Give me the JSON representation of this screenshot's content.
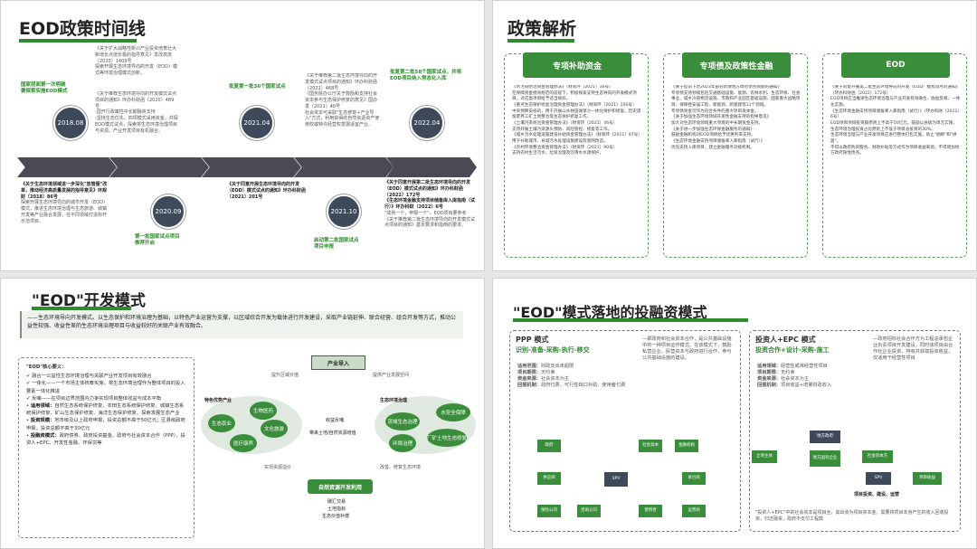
{
  "panel1": {
    "title": "EOD政策时间线",
    "years": [
      "2018.08",
      "2020.09",
      "2021.04",
      "2021.10",
      "2022.04"
    ],
    "top_items": [
      {
        "head": "国家层面第一次明确\n要探索实施EOD模式",
        "body": ""
      },
      {
        "head": "",
        "body": "《关于扩大战略性新兴产业投资培育壮大新增长点增长极的指导意见》发改高技〔2020〕1409号\n探索开展生态环境导向的开发（EOD）模式等环境治理模式创新。"
      },
      {
        "head": "",
        "body": "《关于推荐生态环境导向的开发模式试点项目的通知》环办科财函〔2020〕489号\n-国开行政策性中长期融资支持\n-坚持生态优先，四项模式采用资金，并探EOD模式试点，探索将生态环境治理项目与资源、产业开发项目有机融合。"
      },
      {
        "head": "批复第一批36个国家试点",
        "body": ""
      },
      {
        "head": "",
        "body": "《关于推荐第二批生态环境导向的开发模式试点项目的通知》环办科财函〔2021〕468号\n《国务院办公厅关于鼓励和支持社会资本参与生态保护修复的意见》国办发〔2021〕40号\n社会资本可采取\"生态修复+产业导入\"方式，利用获得的自然资源资产使用权或特许经营权发展适宜产业。"
      },
      {
        "head": "批复第二批58个国家试点，并将EOD项目纳入常态化入库",
        "body": ""
      }
    ],
    "bottom_items": [
      {
        "head": "",
        "bold": "《关于生态环境领域进一步深化\"放管服\"改革，推动经济高质量发展的指导意见》环规财〔2018〕86号",
        "body": "探索开展生态环境导向的城市开发（EOD）模式，推进生态环境治理与生态旅游、城镇开发等产业融合发展，在不同领域打造标杆示范项目。"
      },
      {
        "head": "第一批国家试点项目\n推荐开启",
        "bold": "",
        "body": ""
      },
      {
        "head": "",
        "bold": "《关于同意开展生态环境导向的开发（EOD）模式试点的通知》环办科财函〔2021〕201号",
        "body": ""
      },
      {
        "head": "启动第二批国家试点\n项目申报",
        "bold": "",
        "body": ""
      },
      {
        "head": "",
        "bold": "《关于同意开展第二批生态环境导向的开发（EOD）模式试点的通知》环办科财函〔2022〕172号\n《生态环境金融支持项目储备库入库指南（试行）》环办科财〔2022〕6号",
        "body": "\"成熟一个，申报一个\"，EOD项目要参考《关于推荐第二批生态环境导向的开发模式试点项目的通知》基本要求和指南的要求。"
      }
    ]
  },
  "panel2": {
    "title": "政策解析",
    "columns": [
      {
        "head": "专项补助资金",
        "text": "《水污染防治资金管理办法》（财资环〔2021〕36号）\n在保障资金绩效规范的前提下，积极探索支持生态导向的开发模式项目，对这类项目给予适当倾斜。\n《重点生态保护修复治理资金管理办法》（财资环〔2021〕100号）\n中央预算安排的，用于开展山水林田湖草沙一体化保护和修复、历史遗留废弃工矿土地整治等生态保护修复工作。\n《土壤污染防治资金管理办法》（财资环〔2021〕46号）\n支持开展土壤污染源头预防、风险管控、修复等工作。\n《城乡污水处理设施建设补助资金管理办法》（财资环〔2021〕87号）\n用于补助城市、县城污水处理设施建设及管网改造。\n《农村环境整治资金管理办法》（财资环〔2021〕90号）\n支持农村生活污水、垃圾治理及饮用水水源保护。"
      },
      {
        "head": "专项债及政策性金融",
        "text": "《关于提前下达2023年部分新增地方政府债务限额的通知》\n专项债支持领域包括交通基础设施、能源、农林水利、生态环保、社会事业、城乡冷链物流设施、市政和产业园区基础设施、国家重大战略项目、保障性安居工程、新能源、新基建等11个领域。\n专项债资金可作为符合条件的重大项目资本金。\n《关于加强生态环境领域开发性金融支持的指导意见》\n加大对生态环境领域重大项目的中长期资金支持。\n《关于进一步加强生态环保金融服务的通知》\n鼓励金融机构对EOD项目给予优惠利率支持。\n《生态环境金融支持项目储备库入库指南（试行）》\n优先支持入库项目，建立金融服务对接机制。"
      },
      {
        "head": "EOD",
        "text": "《关于同意开展第二批生态环境导向的开发（EOD）模式试点的通知》（环办科财函〔2022〕172号）\nEOD项目应当推进生态环境治理与产业开发有效融合、收益反哺、一体化实施。\n《生态环境金融支持项目储备库入库指南（试行）》（环办科财〔2022〕6号）\nEOD项目项目投资额原则上不高于50亿元，鼓励以县级为单元实施，生态环境治理投资占比原则上不低于项目总投资的30%。\n生态环境治理与产业开发项目应进行整体打包实施，防止\"捆绑\"和\"拼盘\"。\n不得以政府购买服务、财政补贴等方式作为项目收益来源，不得增加地方政府隐性债务。"
      }
    ]
  },
  "panel3": {
    "title": "\"EOD\"开发模式",
    "intro": "——生态环境导向开发模式。以生态保护和环境治理为基础，以特色产业运营为支撑，以区域综合开发为载体进行开发建设，采取产业链延伸、联合经营、组合开发等方式，推动公益性较强、收益性差的生态环境治理项目与收益较好的关联产业有效融合。",
    "core": {
      "heading": "\"EOD\"核心要义：",
      "items": [
        "融合一公益性生态环境治理与关联产业开发项目有效融合",
        "一体化——一个市场主体统筹实施，将生态环境治理作为整体项目的投入要素一体化推进",
        "反哺——在项目边界范围内力争实现项目整体收益与成本平衡"
      ],
      "details": [
        {
          "k": "适用领域：",
          "v": "自然生态系统保护修复、农田生态系统保护修复、城镇生态系统保护修复、矿山生态保护修复、海洋生态保护修复、探索发展生态产业"
        },
        {
          "k": "投资规模：",
          "v": "地市级及以上政府申报，投资总额不高于50亿元；区县级政府申报，投资总额不高于30亿元"
        },
        {
          "k": "投融资模式：",
          "v": "政府债券、政府投资基金、政府与社会资本合作（PPP）、投资人+EPC、开发性金融、环保贷等"
        }
      ]
    },
    "diagram": {
      "industry_in": "产业导入",
      "left_label": "特色优势产业",
      "right_label": "生态环境治理",
      "left_nodes": [
        "生物医药",
        "生态农业",
        "文化旅游",
        "医疗康养"
      ],
      "right_nodes": [
        "水安全保障",
        "流域生态治理",
        "环境治理",
        "厂矿土地生态修复"
      ],
      "center_top": "收益反哺",
      "center_mid": "带来土地/自然资源增值",
      "bottom_box": "自然资源开发利用",
      "bottom_items": [
        "碳汇交易",
        "土地指标",
        "生态价值补偿"
      ],
      "arrow_top_left": "提升区域价值",
      "arrow_top_right": "提供产业发展空间",
      "arrow_bottom_left": "实现资源溢价",
      "arrow_bottom_right": "改善、修复生态环境"
    }
  },
  "panel4": {
    "title": "\"EOD\"模式落地的投融资模式",
    "ppp": {
      "head": "PPP 模式",
      "sub": "识别-准备-采购-执行-移交",
      "details": [
        {
          "k": "适用范围：",
          "v": "财政支出未超限"
        },
        {
          "k": "项目期限：",
          "v": "无约束"
        },
        {
          "k": "资金来源：",
          "v": "社会资本为主"
        },
        {
          "k": "回报机制：",
          "v": "政府付费、可行性缺口补助、使用者付费"
        }
      ],
      "desc": "—即政府和社会资本合作，是公共基础设施中的一种项目运作模式。在该模式下，鼓励私营企业、民营资本与政府进行合作，参与公共基础设施的建设。",
      "nodes": [
        "政府",
        "社会资本",
        "SPV",
        "金融机构",
        "承包商",
        "运营商",
        "供应商",
        "保险公司",
        "咨询公司",
        "使用者"
      ]
    },
    "epc": {
      "head": "投资人+EPC 模式",
      "sub": "投资合作+设计-采购-施工",
      "details": [
        {
          "k": "适用领域：",
          "v": "经营性或准经营性项目"
        },
        {
          "k": "项目期限：",
          "v": "无约束"
        },
        {
          "k": "资金来源：",
          "v": "社会资本为主"
        },
        {
          "k": "回报机制：",
          "v": "项目收益+增量财政收入"
        }
      ],
      "desc": "—政府招标社会合作方为工程总承包企业负责项目开发建设，同时该项目由合作社企业投资，持有并获取投资收益，仅适用于经营性项目",
      "nodes": [
        "地方政府",
        "立项主体",
        "地方国有企业",
        "社会资本方",
        "SPV",
        "项目收益",
        "项目投资、建设、运营"
      ],
      "footer": "\"投资人+EPC\"中的社会资本是项目全，其出资为项目资本金，需要将项目本身产生的收入回收投资，归还融资，政府不支付工程款"
    }
  },
  "colors": {
    "accent": "#3a8d3a",
    "dark": "#3e4a5a"
  }
}
